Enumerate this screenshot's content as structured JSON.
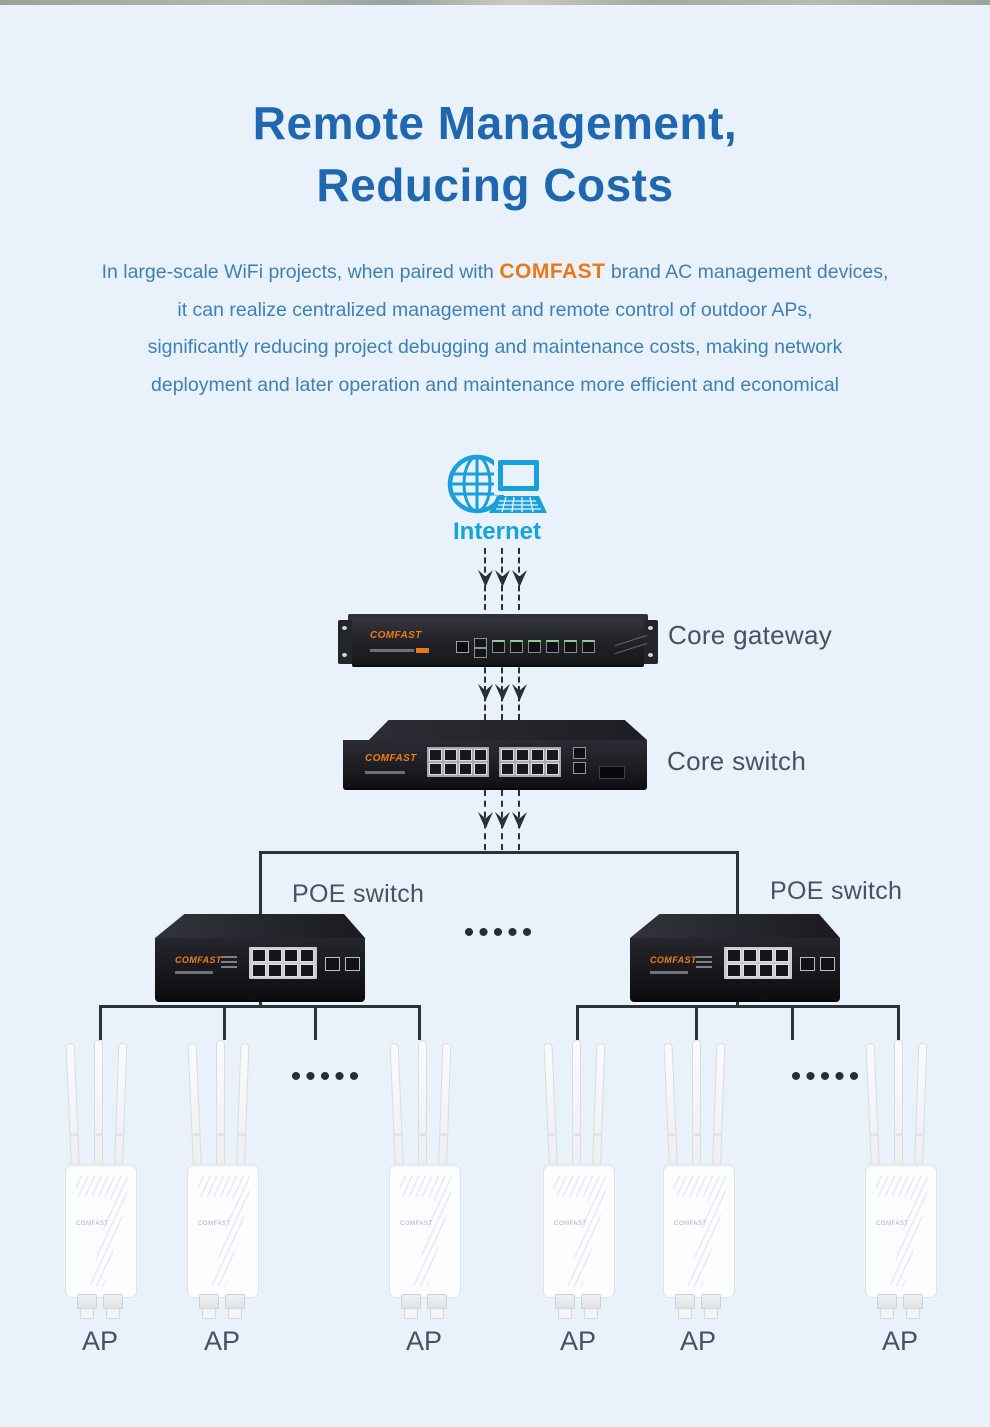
{
  "colors": {
    "background": "#e9f2fa",
    "title_blue": "#1f67ae",
    "body_text_blue": "#3e80b4",
    "brand_orange": "#e87916",
    "internet_blue": "#16a3dc",
    "label_gray": "#46525e",
    "connector_dark": "#2b3037",
    "device_black": "#1c1c22",
    "ap_white": "#fcfdfe"
  },
  "brand": {
    "name": "COMFAST"
  },
  "title": {
    "line1": "Remote Management,",
    "line2": "Reducing Costs"
  },
  "intro": {
    "line1_prefix": "In large-scale WiFi projects, when paired with",
    "brand": "COMFAST",
    "line1_suffix": "brand AC management devices,",
    "line2": "it can realize centralized management and remote control of outdoor APs,",
    "line3": "significantly reducing project debugging and maintenance costs, making network",
    "line4": "deployment and later operation and maintenance more efficient and economical"
  },
  "diagram": {
    "internet_label": "Internet",
    "core_gateway_label": "Core gateway",
    "core_switch_label": "Core switch",
    "poe_left_label": "POE switch",
    "poe_right_label": "POE switch",
    "ap_label": "AP",
    "dots": "•••••"
  }
}
